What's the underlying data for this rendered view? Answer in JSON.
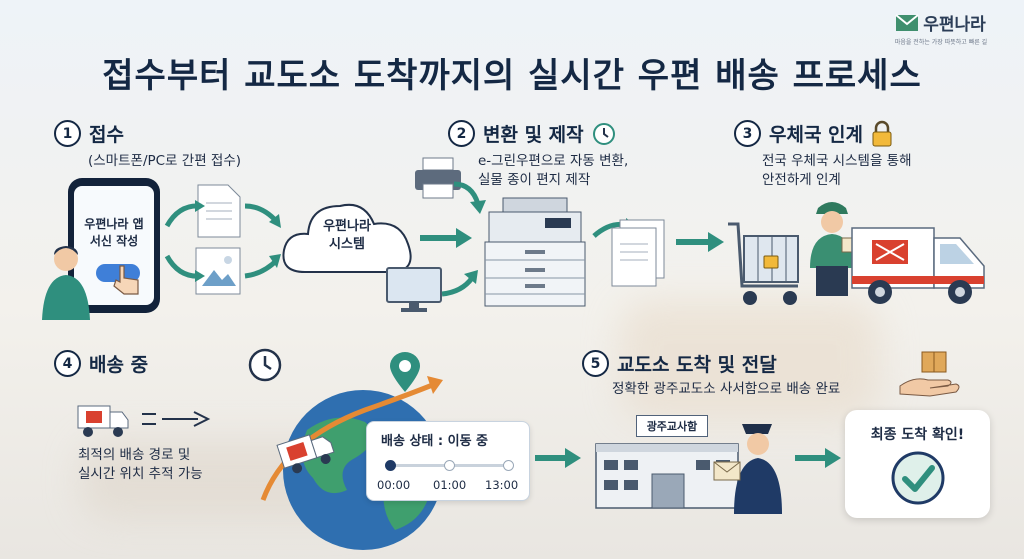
{
  "title": "접수부터 교도소 도착까지의 실시간 우편 배송 프로세스",
  "brand": {
    "name": "우편나라",
    "tagline": "마음을 전하는 가장 따뜻하고 빠른 길"
  },
  "steps": [
    {
      "num": "1",
      "title": "접수",
      "desc": "(스마트폰/PC로 간편 접수)"
    },
    {
      "num": "2",
      "title": "변환 및 제작",
      "desc1": "e-그린우편으로 자동 변환,",
      "desc2": "실물 종이 편지 제작"
    },
    {
      "num": "3",
      "title": "우체국 인계",
      "desc1": "전국 우체국 시스템을 통해",
      "desc2": "안전하게 인계"
    },
    {
      "num": "4",
      "title": "배송 중",
      "desc1": "최적의 배송 경로 및",
      "desc2": "실시간 위치 추적 가능"
    },
    {
      "num": "5",
      "title": "교도소 도착 및 전달",
      "desc": "정확한 광주교도소 사서함으로 배송 완료"
    }
  ],
  "phone": {
    "line1": "우편나라 앱",
    "line2": "서신 작성"
  },
  "cloud": {
    "line1": "우편나라",
    "line2": "시스템"
  },
  "status": {
    "label": "배송 상태 : 이동 중",
    "times": [
      "00:00",
      "01:00",
      "13:00"
    ],
    "progress": 0.0
  },
  "building_sign": "광주교사함",
  "final": {
    "label": "최종 도착 확인!"
  },
  "colors": {
    "accent": "#2f8f7e",
    "navy": "#142844",
    "postal_red": "#d9412f"
  }
}
